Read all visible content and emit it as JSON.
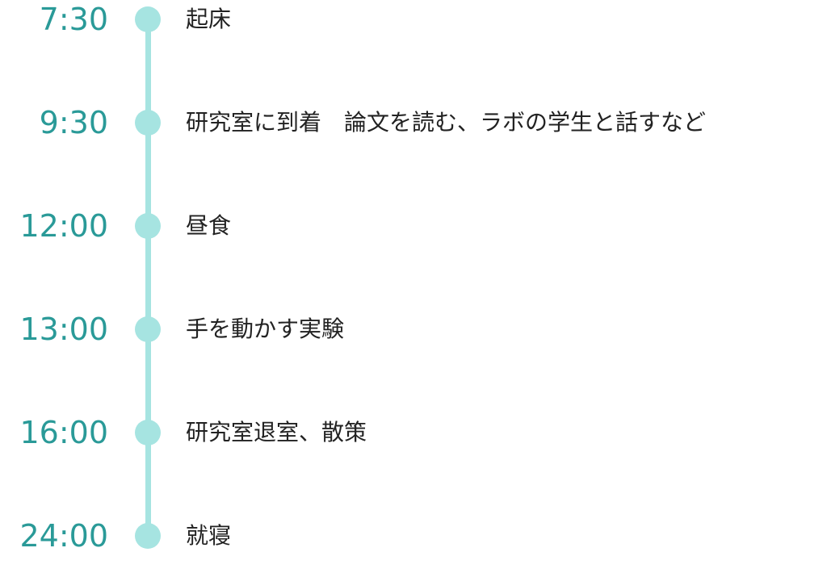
{
  "timeline": {
    "accent_color": "#a6e4e1",
    "time_color": "#2a9a98",
    "entries": [
      {
        "time": "7:30",
        "text": "起床"
      },
      {
        "time": "9:30",
        "text": "研究室に到着　論文を読む、ラボの学生と話すなど"
      },
      {
        "time": "12:00",
        "text": "昼食"
      },
      {
        "time": "13:00",
        "text": "手を動かす実験"
      },
      {
        "time": "16:00",
        "text": "研究室退室、散策"
      },
      {
        "time": "24:00",
        "text": "就寝"
      }
    ]
  }
}
